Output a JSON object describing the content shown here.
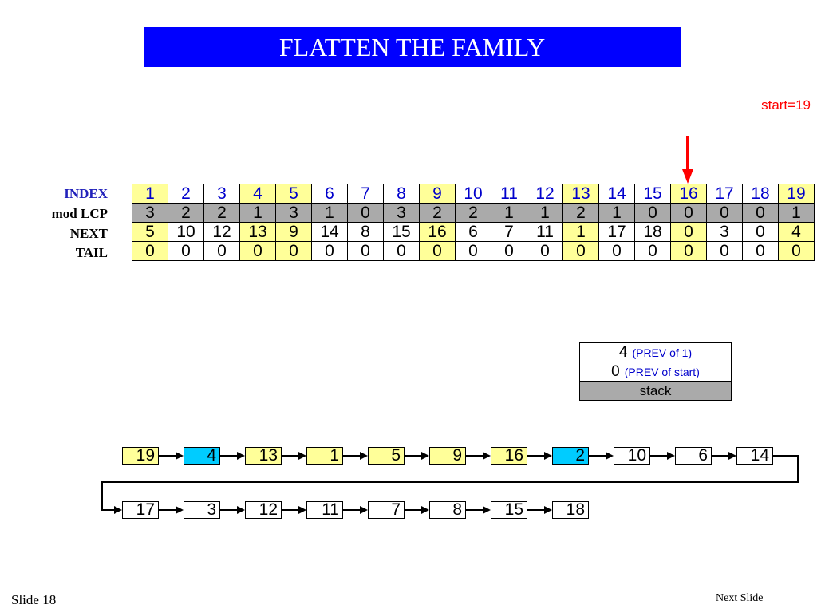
{
  "title": "FLATTEN THE FAMILY",
  "start_label": "start=19",
  "row_labels": {
    "index": "INDEX",
    "lcp": "mod LCP",
    "next": "NEXT",
    "tail": "TAIL"
  },
  "table": {
    "index": [
      "1",
      "2",
      "3",
      "4",
      "5",
      "6",
      "7",
      "8",
      "9",
      "10",
      "11",
      "12",
      "13",
      "14",
      "15",
      "16",
      "17",
      "18",
      "19"
    ],
    "lcp": [
      "3",
      "2",
      "2",
      "1",
      "3",
      "1",
      "0",
      "3",
      "2",
      "2",
      "1",
      "1",
      "2",
      "1",
      "0",
      "0",
      "0",
      "0",
      "1"
    ],
    "next": [
      "5",
      "10",
      "12",
      "13",
      "9",
      "14",
      "8",
      "15",
      "16",
      "6",
      "7",
      "11",
      "1",
      "17",
      "18",
      "0",
      "3",
      "0",
      "4"
    ],
    "tail": [
      "0",
      "0",
      "0",
      "0",
      "0",
      "0",
      "0",
      "0",
      "0",
      "0",
      "0",
      "0",
      "0",
      "0",
      "0",
      "0",
      "0",
      "0",
      "0"
    ],
    "highlighted_indices": [
      1,
      4,
      5,
      9,
      13,
      16,
      19
    ],
    "pointer_at_index": 16
  },
  "stack": {
    "entries": [
      {
        "value": "4",
        "note": "(PREV of 1)"
      },
      {
        "value": "0",
        "note": "(PREV of start)"
      }
    ],
    "base_label": "stack"
  },
  "colors": {
    "title_bg": "#0000ff",
    "highlight": "#ffff99",
    "cyan": "#00ccff",
    "lcp_bg": "#aaaaaa",
    "pointer": "#ff0000"
  },
  "chain": {
    "row1": [
      {
        "value": "19",
        "color": "yellow"
      },
      {
        "value": "4",
        "color": "cyan"
      },
      {
        "value": "13",
        "color": "yellow"
      },
      {
        "value": "1",
        "color": "yellow"
      },
      {
        "value": "5",
        "color": "yellow"
      },
      {
        "value": "9",
        "color": "yellow"
      },
      {
        "value": "16",
        "color": "yellow"
      },
      {
        "value": "2",
        "color": "cyan"
      },
      {
        "value": "10",
        "color": "white"
      },
      {
        "value": "6",
        "color": "white"
      },
      {
        "value": "14",
        "color": "white"
      }
    ],
    "row2": [
      {
        "value": "17",
        "color": "white"
      },
      {
        "value": "3",
        "color": "white"
      },
      {
        "value": "12",
        "color": "white"
      },
      {
        "value": "11",
        "color": "white"
      },
      {
        "value": "7",
        "color": "white"
      },
      {
        "value": "8",
        "color": "white"
      },
      {
        "value": "15",
        "color": "white"
      },
      {
        "value": "18",
        "color": "white"
      }
    ]
  },
  "footer": {
    "slide": "Slide 18",
    "next": "Next Slide"
  }
}
